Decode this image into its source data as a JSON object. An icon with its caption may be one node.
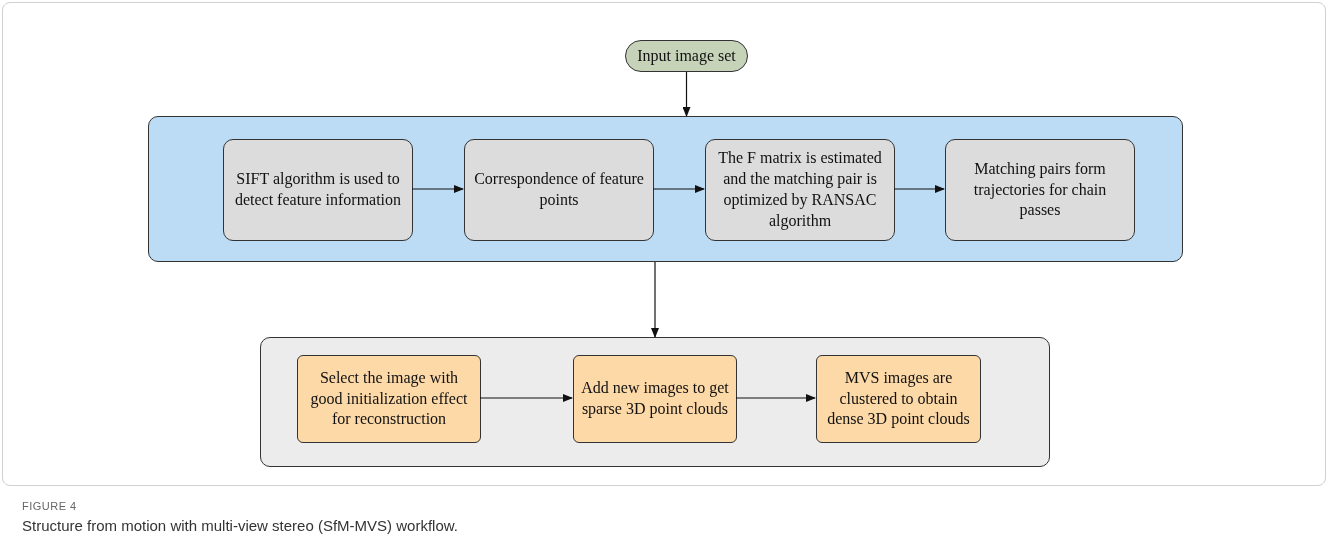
{
  "diagram": {
    "caption": "Structure from motion with multi-view stereo (SfM-MVS) workflow.",
    "nodes": [
      {
        "text": [
          "Input image set"
        ]
      },
      {
        "text": [],
        "shape": "box"
      },
      {
        "text": [
          "SIFT algorithm is used  to detect feature information"
        ],
        "in": 1
      },
      {
        "text": [
          "Correspondence of feature points"
        ],
        "in": 1
      },
      {
        "text": [
          "The F matrix is estimated and the matching pair is optimized by RANSAC algorithm"
        ],
        "in": 1
      },
      {
        "text": [
          "Matching pairs form trajectories for chain passes"
        ],
        "in": 1
      },
      {
        "text": [],
        "shape": "box"
      },
      {
        "text": [
          "Select the image with good initialization effect for reconstruction"
        ],
        "in": 6
      },
      {
        "text": [
          "Add new images to get sparse 3D point clouds"
        ],
        "in": 6
      },
      {
        "text": [
          "MVS images are clustered to obtain dense 3D point clouds"
        ],
        "in": 6
      }
    ],
    "edges": [
      {
        "from": 0,
        "to": 1,
        "arrow": "to"
      },
      {
        "from": 2,
        "to": 3,
        "arrow": "to"
      },
      {
        "from": 3,
        "to": 4,
        "arrow": "to"
      },
      {
        "from": 4,
        "to": 5,
        "arrow": "to"
      },
      {
        "from": 1,
        "to": 6,
        "arrow": "to"
      },
      {
        "from": 7,
        "to": 8,
        "arrow": "to"
      },
      {
        "from": 8,
        "to": 9,
        "arrow": "to"
      }
    ],
    "labels": [
      "FIGURE 4"
    ]
  }
}
